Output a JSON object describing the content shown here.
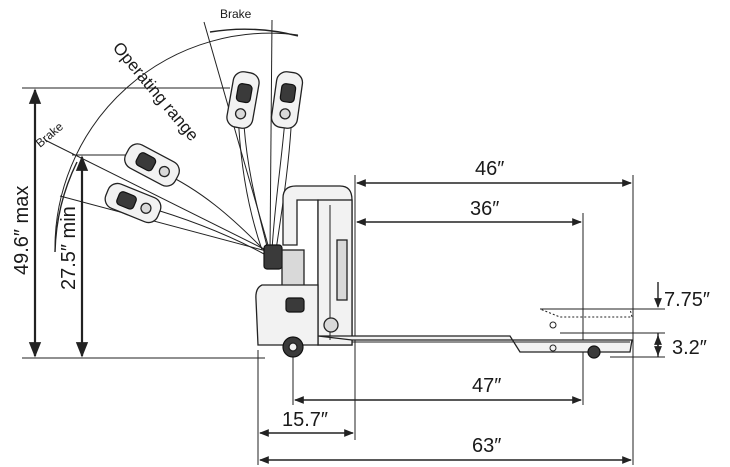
{
  "labels": {
    "brake_top": "Brake",
    "brake_left": "Brake",
    "operating_range": "Operating range",
    "height_max": "49.6″ max",
    "height_min": "27.5″ min",
    "fork_46": "46″",
    "fork_36": "36″",
    "fork_height": "7.75″",
    "lowered_height": "3.2″",
    "length_47": "47″",
    "length_15_7": "15.7″",
    "overall_63": "63″"
  },
  "colors": {
    "line": "#222222",
    "background": "#ffffff"
  }
}
